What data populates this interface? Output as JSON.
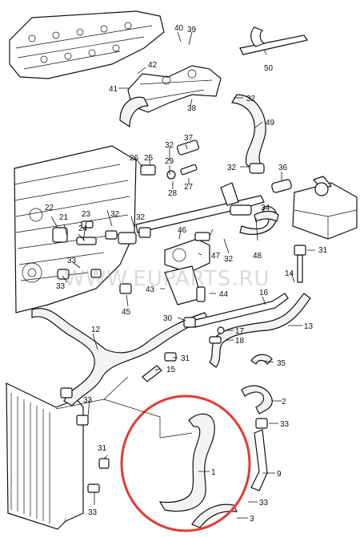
{
  "watermark": "WWW.EUPARTS.RU",
  "highlight_color": "#e53935",
  "callouts": [
    {
      "id": "c40",
      "label": "40"
    },
    {
      "id": "c39",
      "label": "39"
    },
    {
      "id": "c42",
      "label": "42"
    },
    {
      "id": "c41",
      "label": "41"
    },
    {
      "id": "c50",
      "label": "50"
    },
    {
      "id": "c32a",
      "label": "32"
    },
    {
      "id": "c38",
      "label": "38"
    },
    {
      "id": "c49",
      "label": "49"
    },
    {
      "id": "c37",
      "label": "37"
    },
    {
      "id": "c32b",
      "label": "32"
    },
    {
      "id": "c26",
      "label": "26"
    },
    {
      "id": "c25",
      "label": "25"
    },
    {
      "id": "c29",
      "label": "29"
    },
    {
      "id": "c32c",
      "label": "32"
    },
    {
      "id": "c36",
      "label": "36"
    },
    {
      "id": "c28",
      "label": "28"
    },
    {
      "id": "c27",
      "label": "27"
    },
    {
      "id": "c22",
      "label": "22"
    },
    {
      "id": "c34",
      "label": "34"
    },
    {
      "id": "c21",
      "label": "21"
    },
    {
      "id": "c23",
      "label": "23"
    },
    {
      "id": "c24",
      "label": "24"
    },
    {
      "id": "c32d",
      "label": "32"
    },
    {
      "id": "c46",
      "label": "46"
    },
    {
      "id": "c32e",
      "label": "32"
    },
    {
      "id": "c48",
      "label": "48"
    },
    {
      "id": "c31a",
      "label": "31"
    },
    {
      "id": "c33a",
      "label": "33"
    },
    {
      "id": "c47",
      "label": "47"
    },
    {
      "id": "c32f",
      "label": "32"
    },
    {
      "id": "c14",
      "label": "14"
    },
    {
      "id": "c33b",
      "label": "33"
    },
    {
      "id": "c43",
      "label": "43"
    },
    {
      "id": "c44",
      "label": "44"
    },
    {
      "id": "c16",
      "label": "16"
    },
    {
      "id": "c45",
      "label": "45"
    },
    {
      "id": "c30",
      "label": "30"
    },
    {
      "id": "c13",
      "label": "13"
    },
    {
      "id": "c12",
      "label": "12"
    },
    {
      "id": "c17",
      "label": "17"
    },
    {
      "id": "c18",
      "label": "18"
    },
    {
      "id": "c31b",
      "label": "31"
    },
    {
      "id": "c35",
      "label": "35"
    },
    {
      "id": "c15",
      "label": "15"
    },
    {
      "id": "c2",
      "label": "2"
    },
    {
      "id": "c33c",
      "label": "33"
    },
    {
      "id": "c33d",
      "label": "33"
    },
    {
      "id": "c1",
      "label": "1"
    },
    {
      "id": "c31c",
      "label": "31"
    },
    {
      "id": "c9",
      "label": "9"
    },
    {
      "id": "c33e",
      "label": "33"
    },
    {
      "id": "c33f",
      "label": "33"
    },
    {
      "id": "c3",
      "label": "3"
    }
  ]
}
